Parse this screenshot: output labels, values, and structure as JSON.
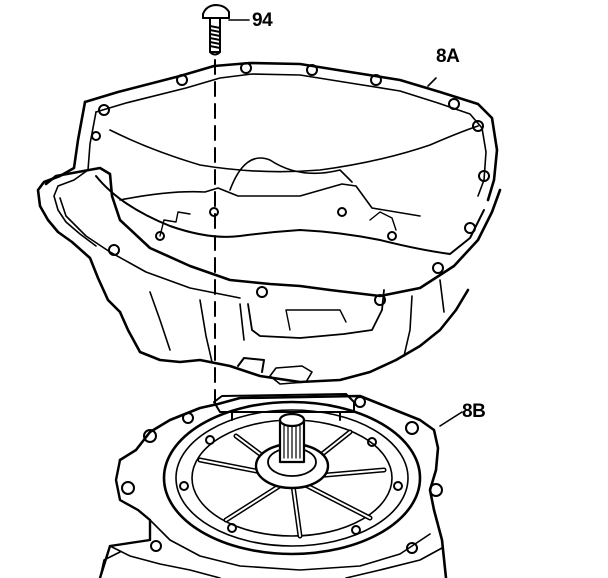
{
  "diagram": {
    "callouts": {
      "bolt": "94",
      "bell_housing": "8A",
      "transmission_case": "8B"
    },
    "parts": {
      "bolt": "bolt-icon",
      "bell_housing": "bell-housing-icon",
      "transmission_case": "transmission-case-icon",
      "input_shaft": "input-shaft-icon"
    },
    "colors": {
      "ink": "#000000",
      "paper": "#ffffff"
    }
  }
}
